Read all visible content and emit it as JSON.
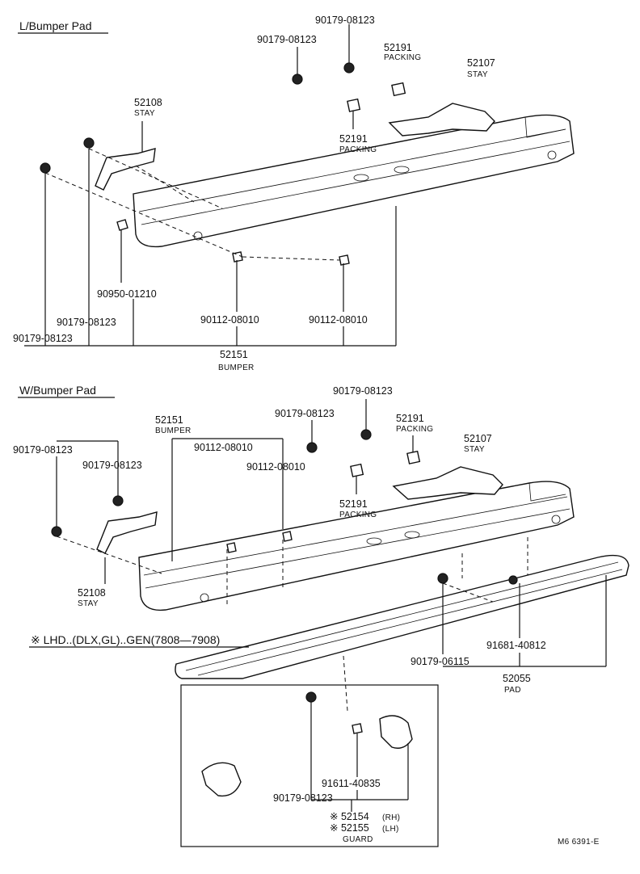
{
  "sections": {
    "without_pad": "L/Bumper Pad",
    "with_pad": "W/Bumper Pad",
    "inset_note": "※ LHD..(DLX,GL)..GEN(7808—7908)"
  },
  "top": {
    "nut_a": "90179-08123",
    "nut_b": "90179-08123",
    "packing_top_num": "52191",
    "packing_top_name": "PACKING",
    "stay_r_num": "52107",
    "stay_r_name": "STAY",
    "stay_l_num": "52108",
    "stay_l_name": "STAY",
    "packing_mid_num": "52191",
    "packing_mid_name": "PACKING",
    "bolt_c": "90950-01210",
    "nut_d": "90179-08123",
    "nut_e": "90179-08123",
    "bolt_f": "90112-08010",
    "bolt_g": "90112-08010",
    "bumper_num": "52151",
    "bumper_name": "BUMPER"
  },
  "bottom": {
    "nut_top": "90179-08123",
    "nut_mid": "90179-08123",
    "bumper_num": "52151",
    "bumper_name": "BUMPER",
    "packing_num": "52191",
    "packing_name": "PACKING",
    "stay_r_num": "52107",
    "stay_r_name": "STAY",
    "nut_left": "90179-08123",
    "nut_left2": "90179-08123",
    "bolt_a": "90112-08010",
    "bolt_b": "90112-08010",
    "packing2_num": "52191",
    "packing2_name": "PACKING",
    "stay_l_num": "52108",
    "stay_l_name": "STAY",
    "clip_num": "91681-40812",
    "nut_pad": "90179-06115",
    "pad_num": "52055",
    "pad_name": "PAD"
  },
  "inset": {
    "bolt": "91611-40835",
    "nut": "90179-08123",
    "guard_rh": "※ 52154",
    "guard_rh_tag": "(RH)",
    "guard_lh": "※ 52155",
    "guard_lh_tag": "(LH)",
    "guard_name": "GUARD"
  },
  "figure_code": "M6 6391-E"
}
